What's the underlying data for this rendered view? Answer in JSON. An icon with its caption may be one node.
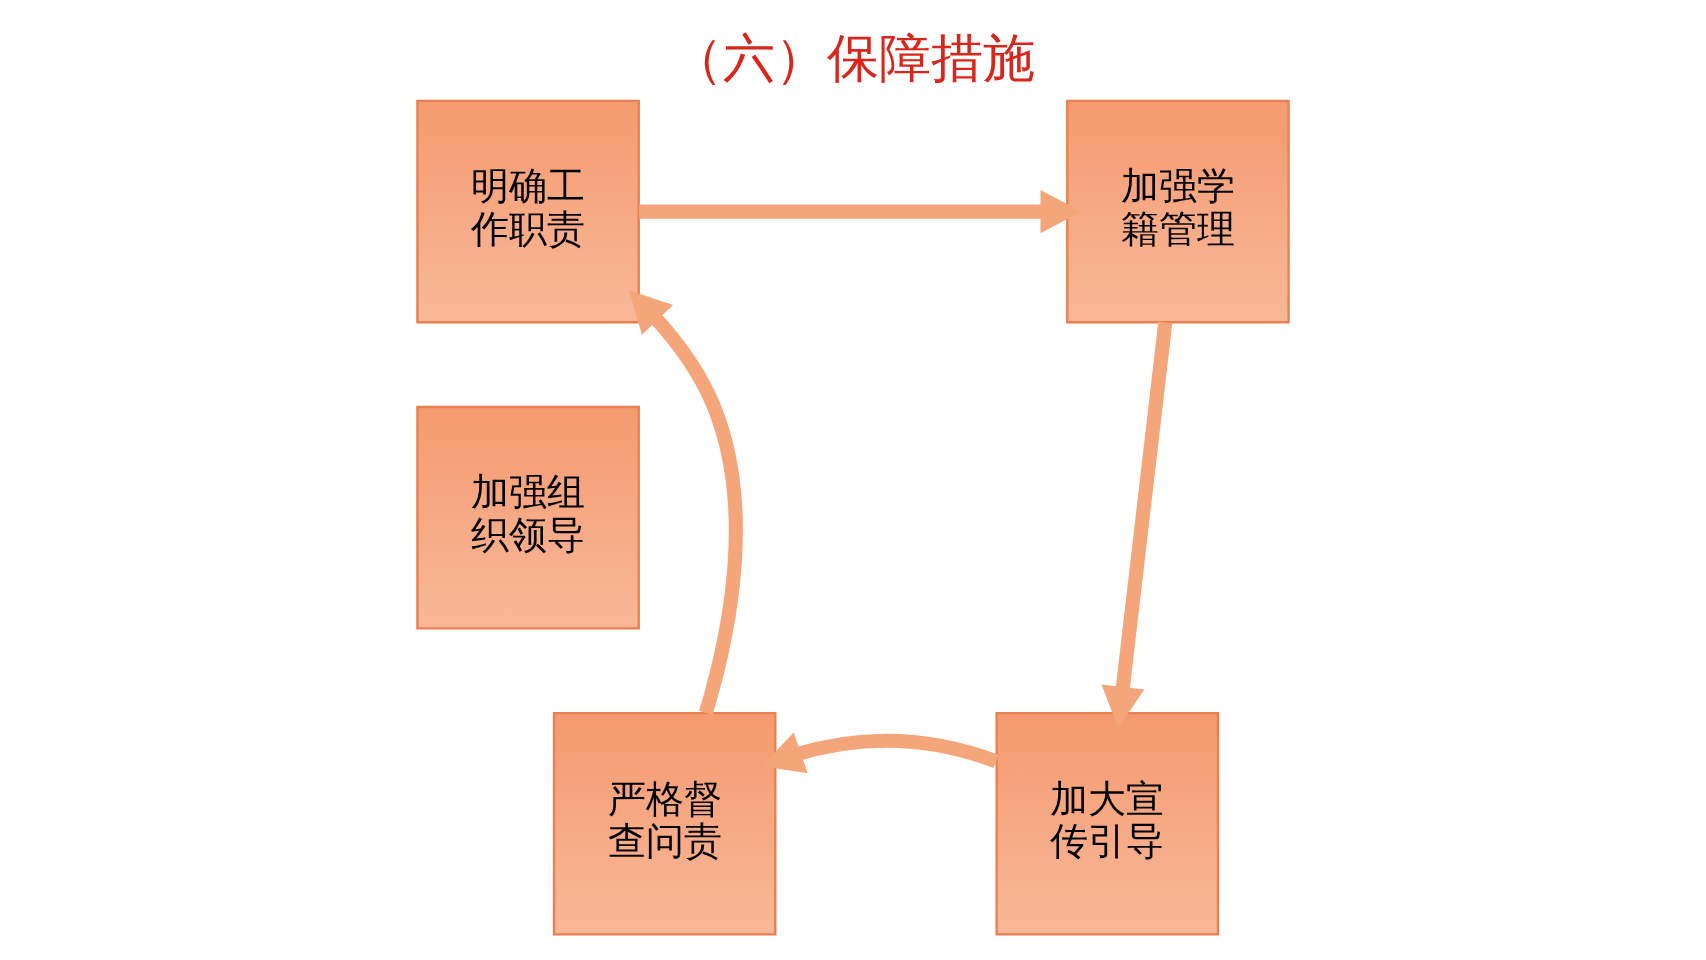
{
  "diagram": {
    "title": "（六）保障措施",
    "nodes": [
      {
        "text": [
          "明确工作职责"
        ]
      },
      {
        "text": [
          "加强学籍管理"
        ]
      },
      {
        "text": [
          "加大宣传引导"
        ]
      },
      {
        "text": [
          "严格督查问责"
        ]
      },
      {
        "text": [
          "加强组织领导"
        ]
      }
    ],
    "edges": [
      {
        "from": 0,
        "to": 1,
        "arrow": "to"
      },
      {
        "from": 1,
        "to": 2,
        "arrow": "to"
      },
      {
        "from": 2,
        "to": 3,
        "arrow": "to"
      },
      {
        "from": 3,
        "to": 0,
        "arrow": "to"
      }
    ]
  }
}
